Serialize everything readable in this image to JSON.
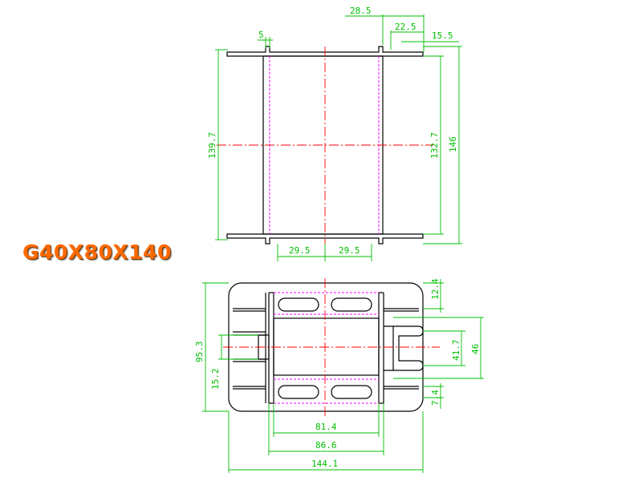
{
  "title": "G40X80X140",
  "colors": {
    "title": "#ff6a00",
    "dimension": "#00c000",
    "center_line": "#ff0000",
    "hidden_line": "#ff00ff",
    "outline": "#000000"
  },
  "dims": {
    "d28_5": "28.5",
    "d22_5": "22.5",
    "d15_5": "15.5",
    "d5": "5",
    "d139_7": "139.7",
    "d132_7": "132.7",
    "d146": "146",
    "d29_5_left": "29.5",
    "d29_5_right": "29.5",
    "d12_4": "12.4",
    "d95_3": "95.3",
    "d15_2": "15.2",
    "d41_7": "41.7",
    "d46": "46",
    "d7_4": "7.4",
    "d81_4": "81.4",
    "d86_6": "86.6",
    "d144_1": "144.1"
  }
}
